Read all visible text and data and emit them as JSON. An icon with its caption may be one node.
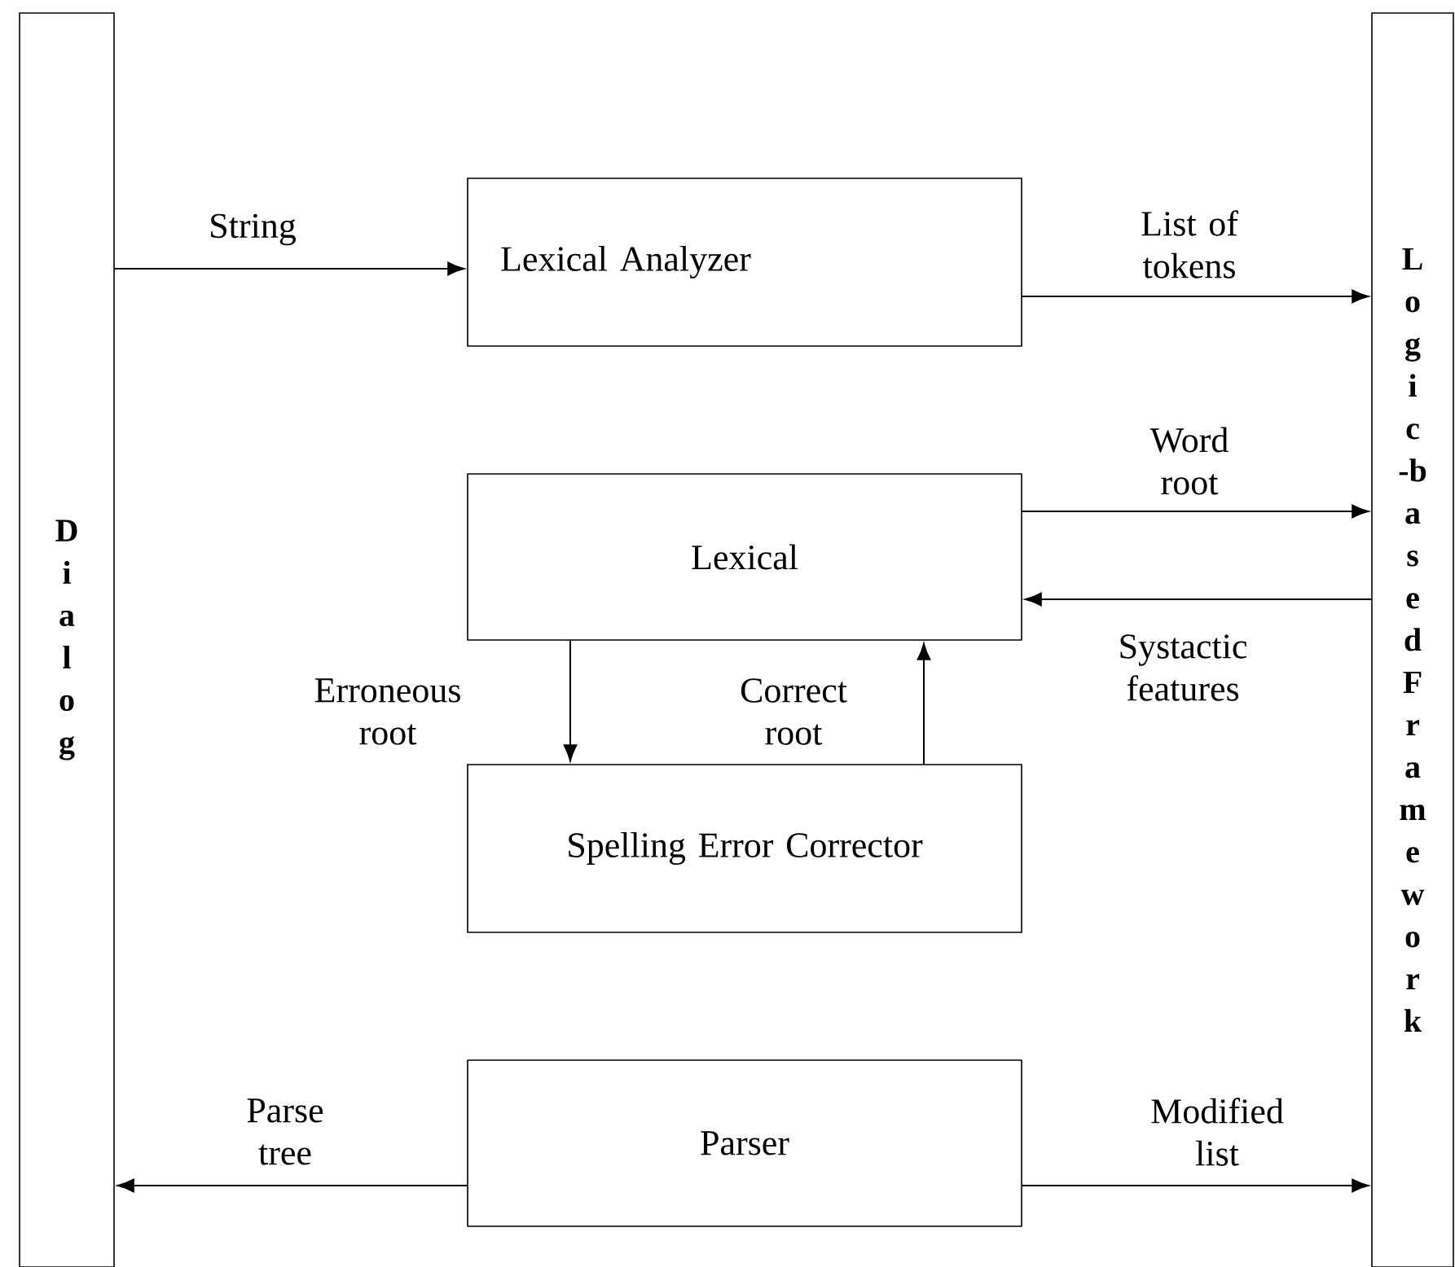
{
  "diagram": {
    "nodes": [
      {
        "text": [
          "Dialog"
        ]
      },
      {
        "text": [
          "Logic-based Framework"
        ]
      },
      {
        "text": [
          "Lexical Analyzer"
        ]
      },
      {
        "text": [
          "Lexical"
        ]
      },
      {
        "text": [
          "Spelling Error Corrector"
        ]
      },
      {
        "text": [
          "Parser"
        ]
      }
    ],
    "edges": [
      {
        "from": 0,
        "to": 2,
        "arrow": "to",
        "label": "String"
      },
      {
        "from": 2,
        "to": 1,
        "arrow": "to",
        "label": "List of tokens"
      },
      {
        "from": 3,
        "to": 1,
        "arrow": "to",
        "label": "Word root"
      },
      {
        "from": 1,
        "to": 3,
        "arrow": "to",
        "label": "Systactic features"
      },
      {
        "from": 3,
        "to": 4,
        "arrow": "to",
        "label": "Erroneous root"
      },
      {
        "from": 4,
        "to": 3,
        "arrow": "to",
        "label": "Correct root"
      },
      {
        "from": 5,
        "to": 0,
        "arrow": "to",
        "label": "Parse tree"
      },
      {
        "from": 5,
        "to": 1,
        "arrow": "to",
        "label": "Modified list"
      }
    ]
  }
}
